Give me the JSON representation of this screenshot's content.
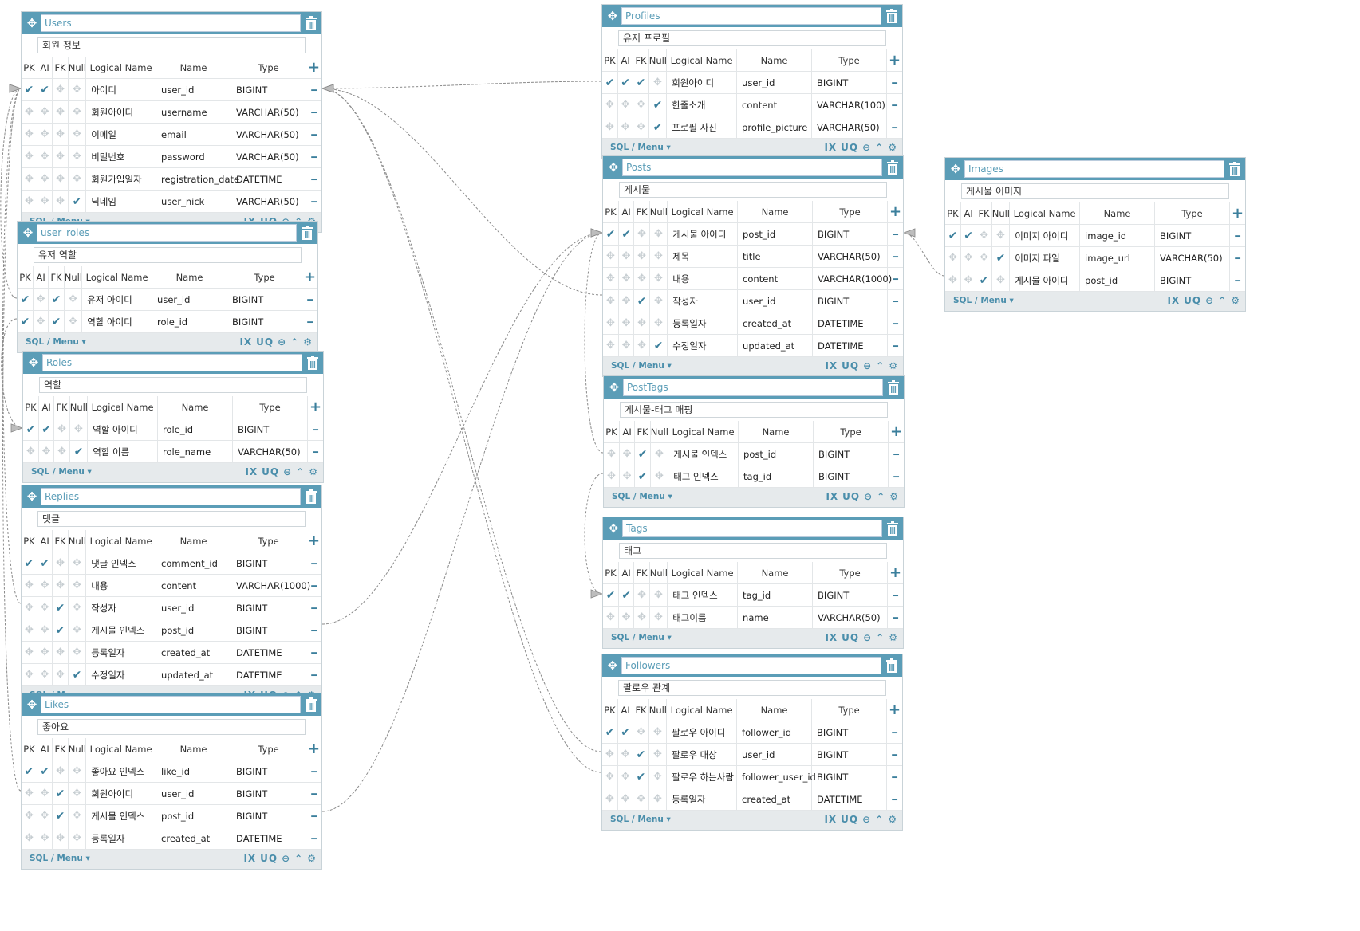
{
  "ui": {
    "headers": {
      "pk": "PK",
      "ai": "AI",
      "fk": "FK",
      "null": "Null",
      "logical": "Logical Name",
      "name": "Name",
      "type": "Type"
    },
    "footer_menu": "SQL / Menu",
    "footer_ix": "IX",
    "footer_uq": "UQ"
  },
  "colors": {
    "header": "#5b9db7",
    "accent": "#3b7f9c",
    "line": "#8a8a8a"
  },
  "tables": [
    {
      "id": "users",
      "title": "Users",
      "comment": "회원 정보",
      "rows": [
        {
          "pk": true,
          "ai": true,
          "fk": false,
          "nn": false,
          "logical": "아이디",
          "name": "user_id",
          "type": "BIGINT"
        },
        {
          "pk": false,
          "ai": false,
          "fk": false,
          "nn": false,
          "logical": "회원아이디",
          "name": "username",
          "type": "VARCHAR(50)"
        },
        {
          "pk": false,
          "ai": false,
          "fk": false,
          "nn": false,
          "logical": "이메일",
          "name": "email",
          "type": "VARCHAR(50)"
        },
        {
          "pk": false,
          "ai": false,
          "fk": false,
          "nn": false,
          "logical": "비밀번호",
          "name": "password",
          "type": "VARCHAR(50)"
        },
        {
          "pk": false,
          "ai": false,
          "fk": false,
          "nn": false,
          "logical": "회원가입일자",
          "name": "registration_date",
          "type": "DATETIME"
        },
        {
          "pk": false,
          "ai": false,
          "fk": false,
          "nn": true,
          "logical": "닉네임",
          "name": "user_nick",
          "type": "VARCHAR(50)"
        }
      ]
    },
    {
      "id": "user_roles",
      "title": "user_roles",
      "comment": "유저 역할",
      "rows": [
        {
          "pk": true,
          "ai": false,
          "fk": true,
          "nn": false,
          "logical": "유저 아이디",
          "name": "user_id",
          "type": "BIGINT"
        },
        {
          "pk": true,
          "ai": false,
          "fk": true,
          "nn": false,
          "logical": "역할 아이디",
          "name": "role_id",
          "type": "BIGINT"
        }
      ]
    },
    {
      "id": "roles",
      "title": "Roles",
      "comment": "역할",
      "rows": [
        {
          "pk": true,
          "ai": true,
          "fk": false,
          "nn": false,
          "logical": "역할 아이디",
          "name": "role_id",
          "type": "BIGINT"
        },
        {
          "pk": false,
          "ai": false,
          "fk": false,
          "nn": true,
          "logical": "역할 이름",
          "name": "role_name",
          "type": "VARCHAR(50)"
        }
      ]
    },
    {
      "id": "replies",
      "title": "Replies",
      "comment": "댓글",
      "rows": [
        {
          "pk": true,
          "ai": true,
          "fk": false,
          "nn": false,
          "logical": "댓글 인덱스",
          "name": "comment_id",
          "type": "BIGINT"
        },
        {
          "pk": false,
          "ai": false,
          "fk": false,
          "nn": false,
          "logical": "내용",
          "name": "content",
          "type": "VARCHAR(1000)"
        },
        {
          "pk": false,
          "ai": false,
          "fk": true,
          "nn": false,
          "logical": "작성자",
          "name": "user_id",
          "type": "BIGINT"
        },
        {
          "pk": false,
          "ai": false,
          "fk": true,
          "nn": false,
          "logical": "게시물 인덱스",
          "name": "post_id",
          "type": "BIGINT"
        },
        {
          "pk": false,
          "ai": false,
          "fk": false,
          "nn": false,
          "logical": "등록일자",
          "name": "created_at",
          "type": "DATETIME"
        },
        {
          "pk": false,
          "ai": false,
          "fk": false,
          "nn": true,
          "logical": "수정일자",
          "name": "updated_at",
          "type": "DATETIME"
        }
      ]
    },
    {
      "id": "likes",
      "title": "Likes",
      "comment": "좋아요",
      "rows": [
        {
          "pk": true,
          "ai": true,
          "fk": false,
          "nn": false,
          "logical": "좋아요 인덱스",
          "name": "like_id",
          "type": "BIGINT"
        },
        {
          "pk": false,
          "ai": false,
          "fk": true,
          "nn": false,
          "logical": "회원아이디",
          "name": "user_id",
          "type": "BIGINT"
        },
        {
          "pk": false,
          "ai": false,
          "fk": true,
          "nn": false,
          "logical": "게시물 인덱스",
          "name": "post_id",
          "type": "BIGINT"
        },
        {
          "pk": false,
          "ai": false,
          "fk": false,
          "nn": false,
          "logical": "등록일자",
          "name": "created_at",
          "type": "DATETIME"
        }
      ]
    },
    {
      "id": "profiles",
      "title": "Profiles",
      "comment": "유저 프로필",
      "rows": [
        {
          "pk": true,
          "ai": true,
          "fk": true,
          "nn": false,
          "logical": "회원아이디",
          "name": "user_id",
          "type": "BIGINT"
        },
        {
          "pk": false,
          "ai": false,
          "fk": false,
          "nn": true,
          "logical": "한줄소개",
          "name": "content",
          "type": "VARCHAR(100)"
        },
        {
          "pk": false,
          "ai": false,
          "fk": false,
          "nn": true,
          "logical": "프로필 사진",
          "name": "profile_picture",
          "type": "VARCHAR(50)"
        }
      ]
    },
    {
      "id": "posts",
      "title": "Posts",
      "comment": "게시물",
      "rows": [
        {
          "pk": true,
          "ai": true,
          "fk": false,
          "nn": false,
          "logical": "게시물 아이디",
          "name": "post_id",
          "type": "BIGINT"
        },
        {
          "pk": false,
          "ai": false,
          "fk": false,
          "nn": false,
          "logical": "제목",
          "name": "title",
          "type": "VARCHAR(50)"
        },
        {
          "pk": false,
          "ai": false,
          "fk": false,
          "nn": false,
          "logical": "내용",
          "name": "content",
          "type": "VARCHAR(1000)"
        },
        {
          "pk": false,
          "ai": false,
          "fk": true,
          "nn": false,
          "logical": "작성자",
          "name": "user_id",
          "type": "BIGINT"
        },
        {
          "pk": false,
          "ai": false,
          "fk": false,
          "nn": false,
          "logical": "등록일자",
          "name": "created_at",
          "type": "DATETIME"
        },
        {
          "pk": false,
          "ai": false,
          "fk": false,
          "nn": true,
          "logical": "수정일자",
          "name": "updated_at",
          "type": "DATETIME"
        }
      ]
    },
    {
      "id": "posttags",
      "title": "PostTags",
      "comment": "게시물-태그 매핑",
      "rows": [
        {
          "pk": false,
          "ai": false,
          "fk": true,
          "nn": false,
          "logical": "게시물 인덱스",
          "name": "post_id",
          "type": "BIGINT"
        },
        {
          "pk": false,
          "ai": false,
          "fk": true,
          "nn": false,
          "logical": "태그 인덱스",
          "name": "tag_id",
          "type": "BIGINT"
        }
      ]
    },
    {
      "id": "tags",
      "title": "Tags",
      "comment": "태그",
      "rows": [
        {
          "pk": true,
          "ai": true,
          "fk": false,
          "nn": false,
          "logical": "태그 인덱스",
          "name": "tag_id",
          "type": "BIGINT"
        },
        {
          "pk": false,
          "ai": false,
          "fk": false,
          "nn": false,
          "logical": "태그이름",
          "name": "name",
          "type": "VARCHAR(50)"
        }
      ]
    },
    {
      "id": "followers",
      "title": "Followers",
      "comment": "팔로우 관계",
      "rows": [
        {
          "pk": true,
          "ai": true,
          "fk": false,
          "nn": false,
          "logical": "팔로우 아이디",
          "name": "follower_id",
          "type": "BIGINT"
        },
        {
          "pk": false,
          "ai": false,
          "fk": true,
          "nn": false,
          "logical": "팔로우 대상",
          "name": "user_id",
          "type": "BIGINT"
        },
        {
          "pk": false,
          "ai": false,
          "fk": true,
          "nn": false,
          "logical": "팔로우 하는사람",
          "name": "follower_user_id",
          "type": "BIGINT"
        },
        {
          "pk": false,
          "ai": false,
          "fk": false,
          "nn": false,
          "logical": "등록일자",
          "name": "created_at",
          "type": "DATETIME"
        }
      ]
    },
    {
      "id": "images",
      "title": "Images",
      "comment": "게시물 이미지",
      "rows": [
        {
          "pk": true,
          "ai": true,
          "fk": false,
          "nn": false,
          "logical": "이미지 아이디",
          "name": "image_id",
          "type": "BIGINT"
        },
        {
          "pk": false,
          "ai": false,
          "fk": false,
          "nn": true,
          "logical": "이미지 파일",
          "name": "image_url",
          "type": "VARCHAR(50)"
        },
        {
          "pk": false,
          "ai": false,
          "fk": true,
          "nn": false,
          "logical": "게시물 아이디",
          "name": "post_id",
          "type": "BIGINT"
        }
      ]
    }
  ]
}
